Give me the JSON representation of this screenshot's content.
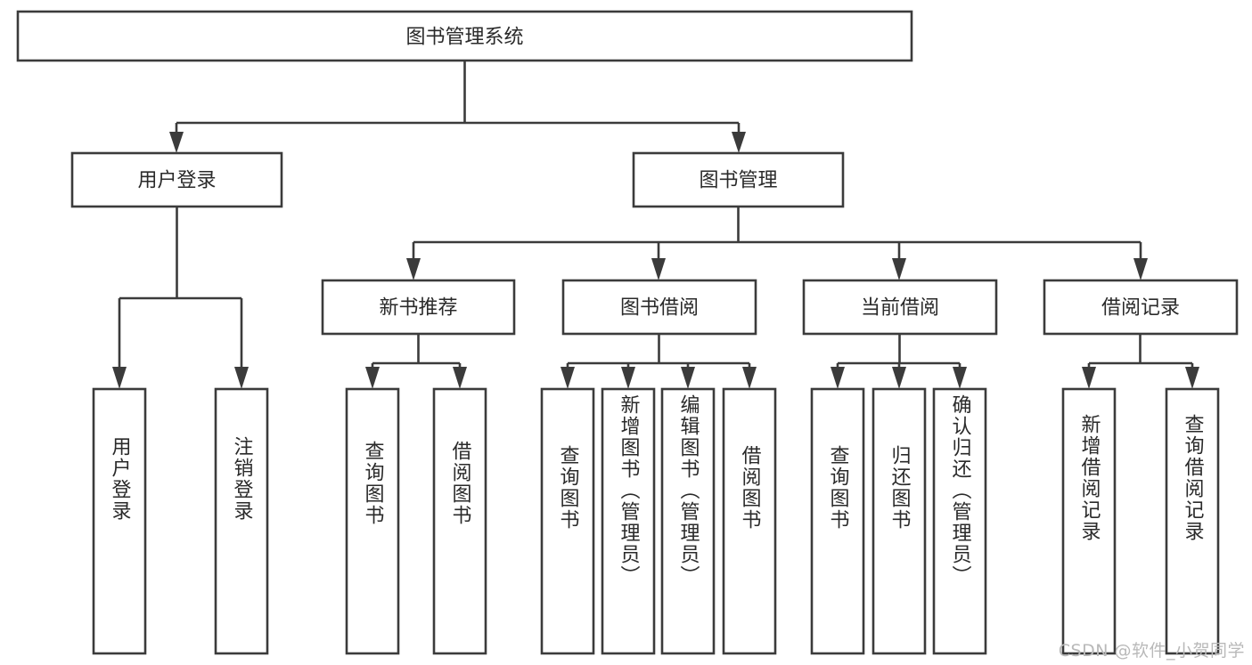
{
  "diagram": {
    "title": "图书管理系统",
    "type": "tree-hierarchy-chart",
    "colors": {
      "box_stroke": "#3b3b3b",
      "box_fill": "#ffffff",
      "text": "#2a2a2a",
      "connector": "#3b3b3b",
      "watermark": "#b9b9b9",
      "background": "#ffffff"
    },
    "root": {
      "label": "图书管理系统"
    },
    "level2": [
      {
        "label": "用户登录"
      },
      {
        "label": "图书管理"
      }
    ],
    "level3": [
      {
        "label": "新书推荐"
      },
      {
        "label": "图书借阅"
      },
      {
        "label": "当前借阅"
      },
      {
        "label": "借阅记录"
      }
    ],
    "leaves": {
      "user_login": [
        {
          "label": "用户登录"
        },
        {
          "label": "注销登录"
        }
      ],
      "new_book": [
        {
          "label": "查询图书"
        },
        {
          "label": "借阅图书"
        }
      ],
      "book_borrow": [
        {
          "label": "查询图书"
        },
        {
          "label": "新增图书（管理员）"
        },
        {
          "label": "编辑图书（管理员）"
        },
        {
          "label": "借阅图书"
        }
      ],
      "current_borrow": [
        {
          "label": "查询图书"
        },
        {
          "label": "归还图书"
        },
        {
          "label": "确认归还（管理员）"
        }
      ],
      "borrow_record": [
        {
          "label": "新增借阅记录"
        },
        {
          "label": "查询借阅记录"
        }
      ]
    }
  },
  "watermark": {
    "text": "CSDN @软件_小贺同学"
  }
}
